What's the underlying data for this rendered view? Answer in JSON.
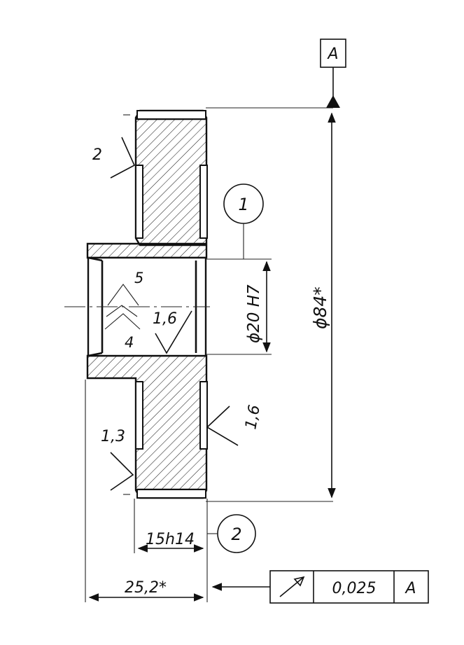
{
  "datum": {
    "label": "A"
  },
  "dimensions": {
    "outer_diameter": "ϕ84*",
    "bore_diameter": "ϕ20 H7",
    "hub_width": "15h14",
    "total_width": "25,2*"
  },
  "roughness": {
    "top_left": "2",
    "bore_upper": "5",
    "bore_lower": "4",
    "bore_face": "1,6",
    "right_face": "1,6",
    "bottom_left": "1,3"
  },
  "callouts": {
    "one": "1",
    "two": "2"
  },
  "tolerance_frame": {
    "symbol": "circular-runout-arrow",
    "value": "0,025",
    "datum": "A"
  },
  "colors": {
    "ink": "#111111",
    "paper": "#ffffff"
  }
}
